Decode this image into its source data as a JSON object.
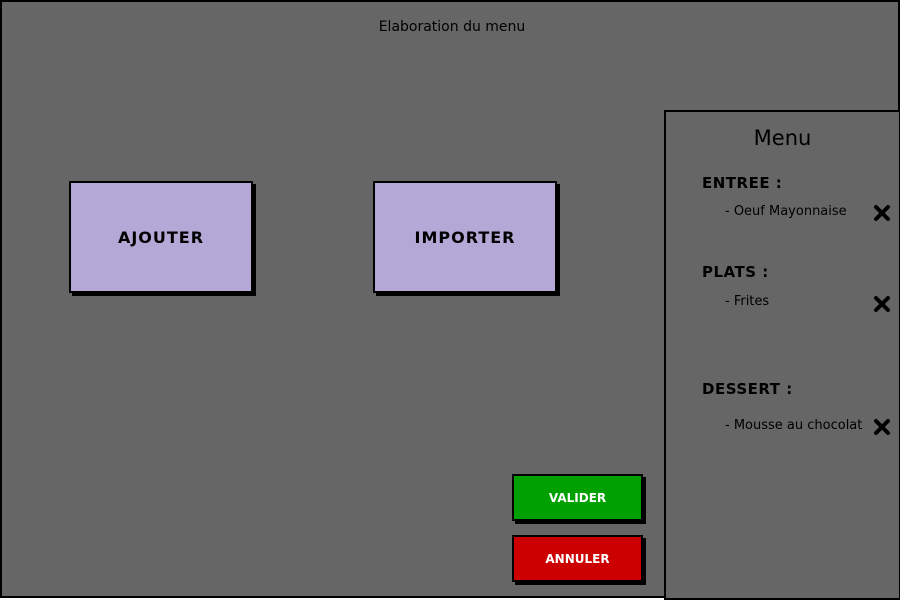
{
  "window": {
    "title": "Elaboration du menu"
  },
  "actions": {
    "ajouter_label": "AJOUTER",
    "importer_label": "IMPORTER",
    "valider_label": "VALIDER",
    "annuler_label": "ANNULER"
  },
  "menu": {
    "title": "Menu",
    "sections": [
      {
        "label": "ENTREE :",
        "items": [
          "- Oeuf Mayonnaise"
        ]
      },
      {
        "label": "PLATS :",
        "items": [
          "- Frites"
        ]
      },
      {
        "label": "DESSERT :",
        "items": [
          "- Mousse au chocolat"
        ]
      }
    ],
    "remove_icon": "close-icon"
  },
  "colors": {
    "background": "#666666",
    "action_button": "#b4a8d7",
    "valider": "#00a000",
    "annuler": "#cc0000"
  }
}
